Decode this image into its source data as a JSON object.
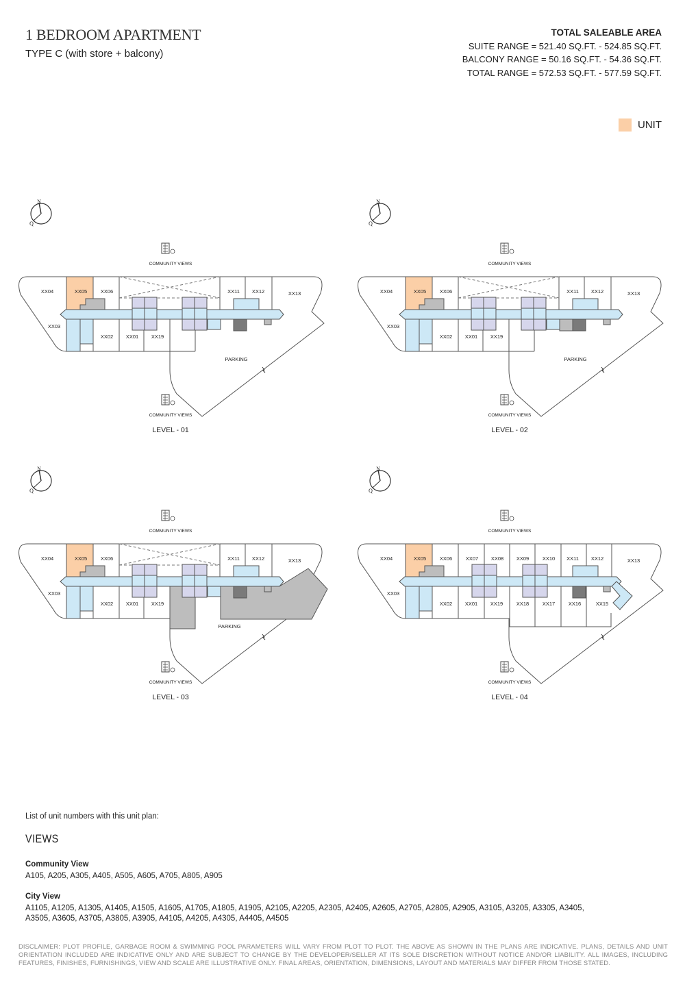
{
  "header": {
    "title": "1 BEDROOM APARTMENT",
    "subtitle": "TYPE C (with store + balcony)"
  },
  "area": {
    "heading": "TOTAL SALEABLE AREA",
    "suite": "SUITE RANGE = 521.40 SQ.FT. - 524.85 SQ.FT.",
    "balcony": "BALCONY RANGE = 50.16 SQ.FT. - 54.36 SQ.FT.",
    "total": "TOTAL RANGE = 572.53 SQ.FT. - 577.59 SQ.FT."
  },
  "legend": {
    "label": "UNIT",
    "color": "#fbcfa7"
  },
  "plan_common": {
    "compass_n": "N",
    "compass_q": "Q",
    "community_views": "COMMUNITY VIEWS",
    "parking": "PARKING"
  },
  "levels": [
    {
      "label": "LEVEL - 01",
      "variant": "l1",
      "highlight": "XX05",
      "units": [
        "XX04",
        "XX05",
        "XX06",
        "XX11",
        "XX12",
        "XX13",
        "XX03",
        "XX02",
        "XX01",
        "XX19"
      ]
    },
    {
      "label": "LEVEL - 02",
      "variant": "l2",
      "highlight": "XX05",
      "units": [
        "XX04",
        "XX05",
        "XX06",
        "XX11",
        "XX12",
        "XX13",
        "XX03",
        "XX02",
        "XX01",
        "XX19"
      ]
    },
    {
      "label": "LEVEL - 03",
      "variant": "l3",
      "highlight": "XX05",
      "units": [
        "XX04",
        "XX05",
        "XX06",
        "XX11",
        "XX12",
        "XX13",
        "XX03",
        "XX02",
        "XX01",
        "XX19"
      ]
    },
    {
      "label": "LEVEL - 04",
      "variant": "l4",
      "highlight": "XX05",
      "units": [
        "XX04",
        "XX05",
        "XX06",
        "XX07",
        "XX08",
        "XX09",
        "XX10",
        "XX11",
        "XX12",
        "XX13",
        "XX03",
        "XX02",
        "XX01",
        "XX19",
        "XX18",
        "XX17",
        "XX16",
        "XX15"
      ]
    }
  ],
  "unit_list": {
    "intro": "List of unit numbers with this unit plan:",
    "heading": "VIEWS",
    "groups": [
      {
        "name": "Community View",
        "units": "A105, A205, A305, A405, A505, A605, A705, A805, A905"
      },
      {
        "name": "City View",
        "units": "A1105, A1205, A1305, A1405, A1505, A1605, A1705, A1805, A1905, A2105, A2205, A2305, A2405, A2605, A2705, A2805, A2905, A3105, A3205, A3305, A3405, A3505, A3605, A3705, A3805, A3905, A4105, A4205, A4305, A4405, A4505"
      }
    ]
  },
  "disclaimer": "DISCLAIMER: PLOT PROFILE, GARBAGE ROOM & SWIMMING POOL PARAMETERS WILL VARY FROM PLOT TO PLOT. THE ABOVE AS SHOWN IN THE PLANS ARE INDICATIVE. PLANS, DETAILS AND UNIT ORIENTATION INCLUDED ARE INDICATIVE ONLY AND ARE SUBJECT TO CHANGE BY THE DEVELOPER/SELLER AT ITS SOLE DISCRETION WITHOUT NOTICE AND/OR LIABILITY. ALL IMAGES, INCLUDING FEATURES, FINISHES, FURNISHINGS, VIEW AND SCALE ARE ILLUSTRATIVE ONLY. FINAL AREAS, ORIENTATION, DIMENSIONS, LAYOUT AND MATERIALS MAY DIFFER FROM THOSE STATED."
}
